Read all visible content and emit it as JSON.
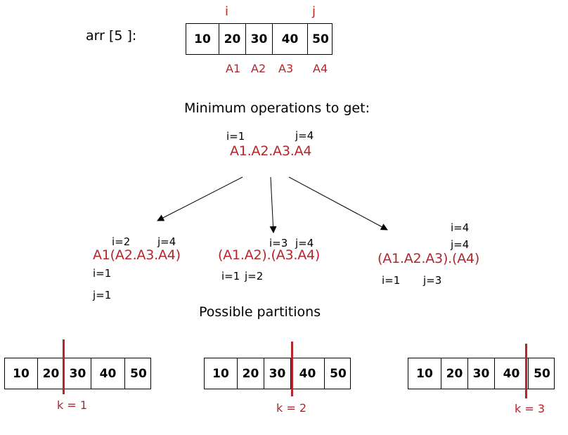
{
  "arr_label": "arr [5 ]:",
  "array": {
    "values": [
      "10",
      "20",
      "30",
      "40",
      "50"
    ],
    "index_i": "i",
    "index_j": "j",
    "names": [
      "A1",
      "A2",
      "A3",
      "A4"
    ]
  },
  "subtitle": "Minimum operations to get:",
  "root": {
    "i": "i=1",
    "j": "j=4",
    "expr": "A1.A2.A3.A4"
  },
  "children": [
    {
      "i": "i=2",
      "j": "j=4",
      "expr": "A1(A2.A3.A4)",
      "sub_i": "i=1",
      "sub_j": "j=1"
    },
    {
      "i": "i=3",
      "j": "j=4",
      "expr": "(A1.A2).(A3.A4)",
      "sub_i": "i=1",
      "sub_j": "j=2"
    },
    {
      "i": "i=4",
      "j": "j=4",
      "expr": "(A1.A2.A3).(A4)",
      "sub_i": "i=1",
      "sub_j": "j=3"
    }
  ],
  "partitions_title": "Possible partitions",
  "partitions": [
    {
      "values": [
        "10",
        "20",
        "30",
        "40",
        "50"
      ],
      "k_label": "k = 1",
      "split_after": 2
    },
    {
      "values": [
        "10",
        "20",
        "30",
        "40",
        "50"
      ],
      "k_label": "k = 2",
      "split_after": 3
    },
    {
      "values": [
        "10",
        "20",
        "30",
        "40",
        "50"
      ],
      "k_label": "k = 3",
      "split_after": 4
    }
  ],
  "colors": {
    "accent": "#b5252c",
    "ink": "#000000",
    "background": "#ffffff"
  }
}
